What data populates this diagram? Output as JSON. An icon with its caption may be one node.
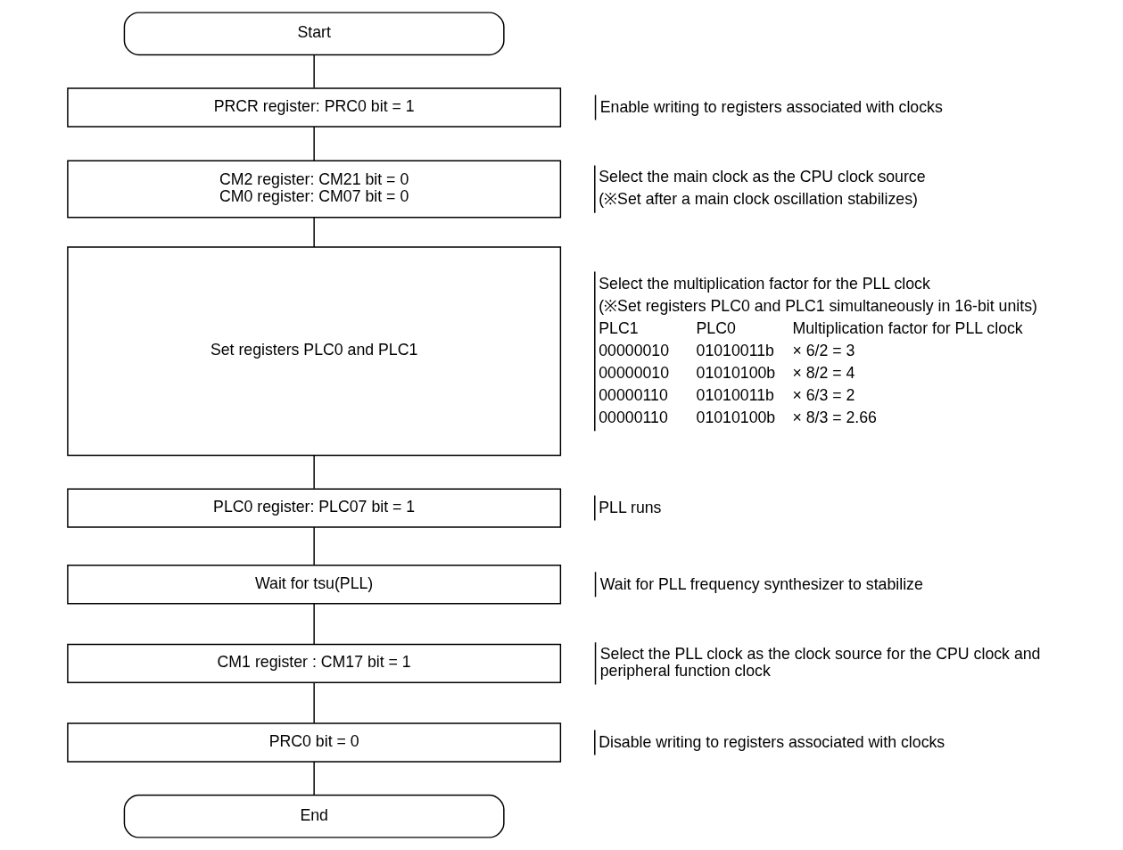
{
  "diagram": {
    "nodes": [
      {
        "text": [
          "Start"
        ]
      },
      {
        "text": [
          "PRCR register: PRC0 bit = 1"
        ],
        "beside": [
          "Enable writing to registers associated with clocks"
        ]
      },
      {
        "text": [
          "CM2 register: CM21 bit = 0",
          "CM0 register: CM07 bit = 0"
        ],
        "beside": [
          "Select the main clock as the CPU clock source",
          "(※Set after a main clock oscillation stabilizes)"
        ]
      },
      {
        "text": [
          "Set registers PLC0 and PLC1"
        ],
        "beside": [
          "Select the multiplication factor for the PLL clock",
          "(※Set registers PLC0 and PLC1 simultaneously in 16-bit units)"
        ]
      },
      {
        "text": [
          "PLC0 register: PLC07 bit = 1"
        ],
        "beside": [
          "PLL runs"
        ]
      },
      {
        "text": [
          "Wait for tsu(PLL)"
        ],
        "beside": [
          "Wait for PLL frequency synthesizer to stabilize"
        ]
      },
      {
        "text": [
          "CM1 register : CM17 bit = 1"
        ],
        "beside": [
          "Select the PLL clock as the clock source for the CPU clock and peripheral function clock"
        ]
      },
      {
        "text": [
          "PRC0 bit = 0"
        ],
        "beside": [
          "Disable writing to registers associated with clocks"
        ]
      },
      {
        "text": [
          "End"
        ]
      }
    ],
    "edges": [
      {
        "from": 0,
        "to": 1,
        "arrow": "none"
      },
      {
        "from": 1,
        "to": 2,
        "arrow": "none"
      },
      {
        "from": 2,
        "to": 3,
        "arrow": "none"
      },
      {
        "from": 3,
        "to": 4,
        "arrow": "none"
      },
      {
        "from": 4,
        "to": 5,
        "arrow": "none"
      },
      {
        "from": 5,
        "to": 6,
        "arrow": "none"
      },
      {
        "from": 6,
        "to": 7,
        "arrow": "none"
      },
      {
        "from": 7,
        "to": 8,
        "arrow": "none"
      }
    ],
    "labels": [
      "PLC1",
      "PLC0",
      "Multiplication factor for PLL clock",
      "00000010",
      "01010011b",
      "× 6/2 = 3",
      "00000010",
      "01010100b",
      "× 8/2 = 4",
      "00000110",
      "01010011b",
      "× 6/3 = 2",
      "00000110",
      "01010100b",
      "× 8/3 = 2.66"
    ]
  }
}
